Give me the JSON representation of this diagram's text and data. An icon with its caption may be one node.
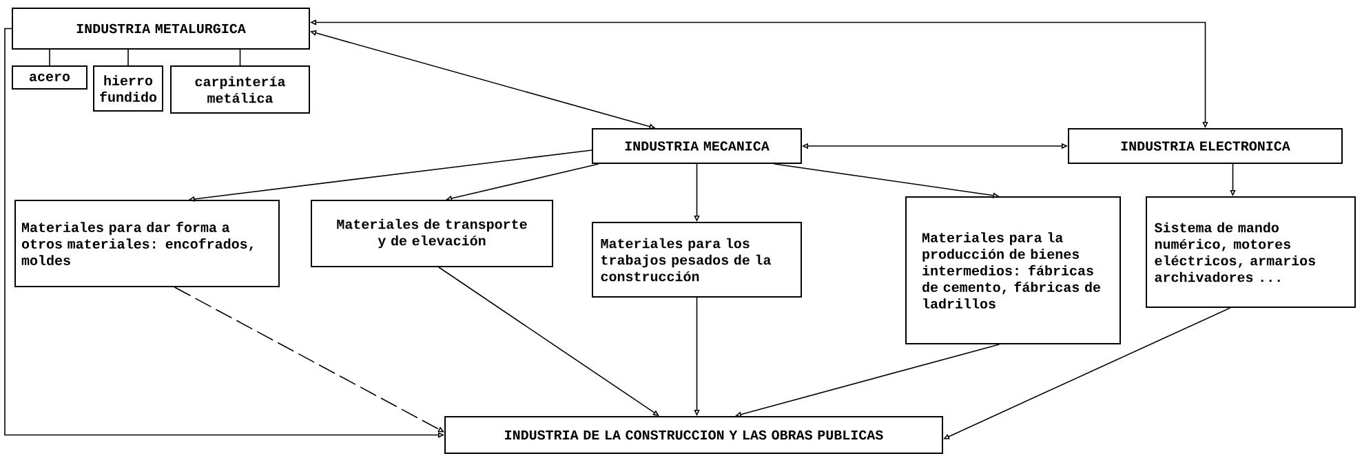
{
  "diagram": {
    "nodes": [
      {
        "text": [
          "INDUSTRIA METALURGICA"
        ]
      },
      {
        "text": [
          "acero"
        ]
      },
      {
        "text": [
          "hierro fundido"
        ]
      },
      {
        "text": [
          "carpintería metálica"
        ]
      },
      {
        "text": [
          "INDUSTRIA MECANICA"
        ]
      },
      {
        "text": [
          "INDUSTRIA ELECTRONICA"
        ]
      },
      {
        "text": [
          "Materiales para dar forma a otros materiales: encofrados, moldes"
        ]
      },
      {
        "text": [
          "Materiales de transporte y de elevación"
        ]
      },
      {
        "text": [
          "Materiales para los trabajos pesados de la construcción"
        ]
      },
      {
        "text": [
          "Materiales para la producción de bienes intermedios: fábricas de cemento, fábricas de ladrillos"
        ]
      },
      {
        "text": [
          "Sistema de mando numérico, motores eléctricos, armarios archivadores ..."
        ]
      },
      {
        "text": [
          "INDUSTRIA DE LA CONSTRUCCION Y LAS OBRAS PUBLICAS"
        ]
      }
    ],
    "edges": [
      {
        "from": 0,
        "to": 1,
        "arrow": "none"
      },
      {
        "from": 0,
        "to": 2,
        "arrow": "none"
      },
      {
        "from": 0,
        "to": 3,
        "arrow": "none"
      },
      {
        "from": 4,
        "to": 0,
        "arrow": "both"
      },
      {
        "from": 5,
        "to": 0,
        "arrow": "both"
      },
      {
        "from": 4,
        "to": 5,
        "arrow": "both"
      },
      {
        "from": 4,
        "to": 6,
        "arrow": "to"
      },
      {
        "from": 4,
        "to": 7,
        "arrow": "to"
      },
      {
        "from": 4,
        "to": 8,
        "arrow": "to"
      },
      {
        "from": 4,
        "to": 9,
        "arrow": "to"
      },
      {
        "from": 5,
        "to": 10,
        "arrow": "to"
      },
      {
        "from": 0,
        "to": 11,
        "arrow": "to"
      },
      {
        "from": 6,
        "to": 11,
        "arrow": "to",
        "style": "dashed"
      },
      {
        "from": 7,
        "to": 11,
        "arrow": "to"
      },
      {
        "from": 8,
        "to": 11,
        "arrow": "to"
      },
      {
        "from": 9,
        "to": 11,
        "arrow": "to"
      },
      {
        "from": 10,
        "to": 11,
        "arrow": "to"
      }
    ]
  }
}
